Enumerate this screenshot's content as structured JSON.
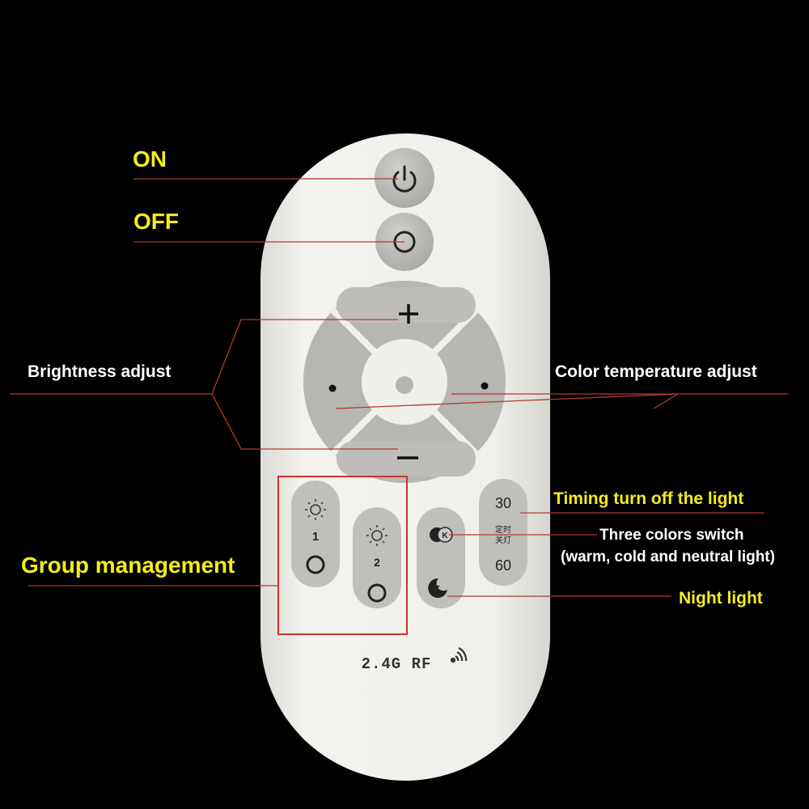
{
  "annotations": {
    "on": "ON",
    "off": "OFF",
    "brightness": "Brightness adjust",
    "color_temp": "Color temperature adjust",
    "timing": "Timing turn off the light",
    "three_colors_line1": "Three colors switch",
    "three_colors_line2": "(warm, cold and neutral light)",
    "night": "Night light",
    "group": "Group management"
  },
  "remote": {
    "timer_top": "30",
    "timer_bottom": "60",
    "timer_cn": "定时\n关灯",
    "group1": "1",
    "group2": "2",
    "rf_label": "2.4G RF"
  },
  "colors": {
    "background": "#000000",
    "remote_body": "#efeee9",
    "button_gray": "#bfbebb",
    "icon_dark": "#1a1a1a",
    "annotation_yellow": "#f4ec1c",
    "annotation_white": "#ffffff",
    "leader_line": "#c0392b"
  },
  "icons": [
    "power-icon",
    "off-ring-icon",
    "plus-icon",
    "minus-icon",
    "sun-icon",
    "k-color-icon",
    "moon-star-icon",
    "wifi-signal-icon"
  ]
}
